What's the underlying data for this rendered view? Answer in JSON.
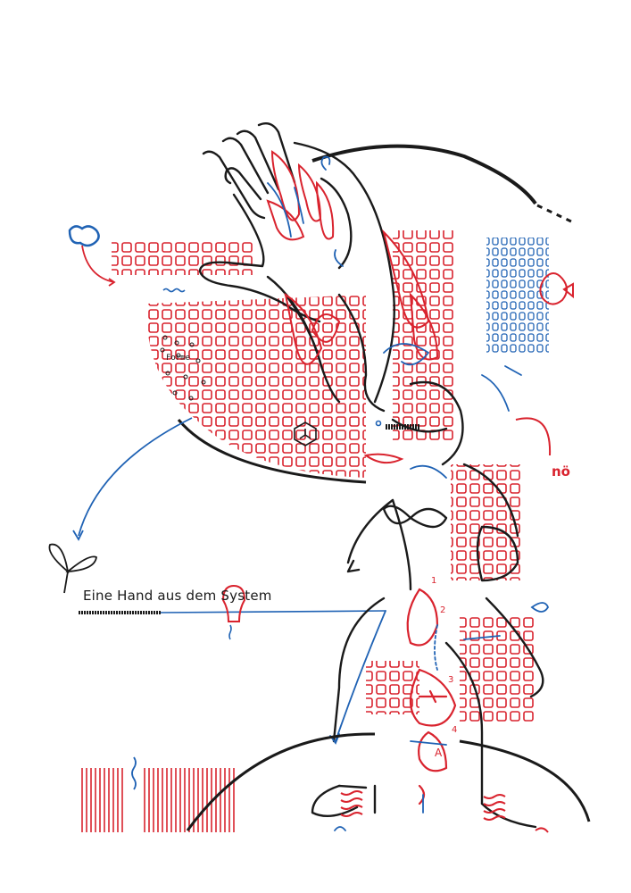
{
  "caption": "Eine Hand aus dem System",
  "annotation": "nö",
  "small_word": "Forme",
  "numbers": [
    "1",
    "2",
    "3",
    "4"
  ],
  "letter": "A",
  "colors": {
    "ink": "#1a1a1a",
    "red": "#d9232e",
    "blue": "#1f62b4",
    "paper": "#ffffff"
  }
}
